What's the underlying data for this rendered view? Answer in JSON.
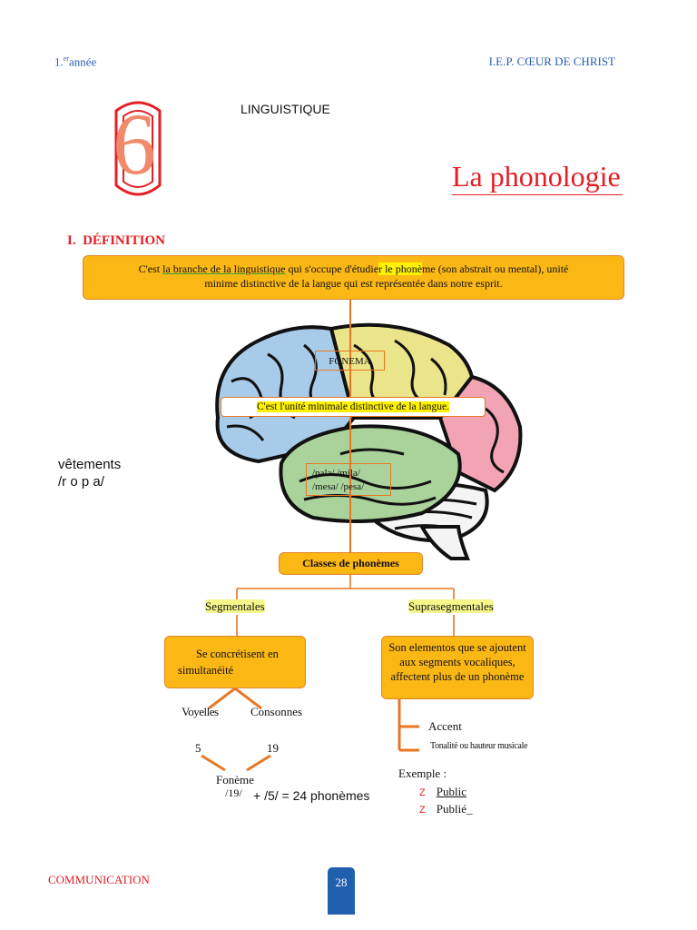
{
  "header": {
    "year_num": "1.",
    "year_sup": "er",
    "year_word": "année",
    "school": "I.E.P. CŒUR DE CHRIST"
  },
  "chapter": {
    "number": "6",
    "subject": "LINGUISTIQUE",
    "title": "La phonologie"
  },
  "section": {
    "heading_num": "I.",
    "heading": "DÉFINITION"
  },
  "definition": {
    "part1": "C'est ",
    "part2": "la branche de la linguistique",
    "part3": " qui s'occupe d'étudie",
    "part4": "r le phonè",
    "part5": "me (son abstrait ou mental), unité",
    "line2": "minime distinctive de la langue qui est représentée dans notre esprit."
  },
  "brain": {
    "label_fonema": "FONEMA",
    "unit_def": "C'est l'unité minimale distinctive de la langue.",
    "examples_line1": "/pala/ /mila/",
    "examples_line2": "/mesa/ /pesa/"
  },
  "side_example": {
    "word": "vêtements",
    "phonetic": "/r o p a/"
  },
  "classes": {
    "title": "Classes de phonèmes",
    "segmental": "Segmentales",
    "suprasegmental": "Suprasegmentales",
    "segmental_desc_line1": "Se concrétisent en",
    "segmental_desc_line2": "simultanéité",
    "supra_desc": "Son elementos que se ajoutent aux segments vocaliques, affectent plus de un phonème",
    "vowels": "Voyelles",
    "consonants": "Consonnes",
    "vowels_count": "5",
    "consonants_count": "19",
    "phoneme_label": "Fonème",
    "phoneme_formula_a": "/19/",
    "phoneme_formula_b": "+ /5/ = 24 phonèmes",
    "accent": "Accent",
    "tone": "Tonalité ou hauteur musicale",
    "example_label": "Exemple :",
    "example_bullet": "z",
    "example1": "Public",
    "example2": "Publié_"
  },
  "footer": {
    "left": "COMMUNICATION",
    "page": "28"
  },
  "colors": {
    "orange_box": "#fbb714",
    "line": "#e87722",
    "red_title": "#e31e24",
    "header_blue": "#2a5db0",
    "page_badge": "#1f5fae"
  }
}
